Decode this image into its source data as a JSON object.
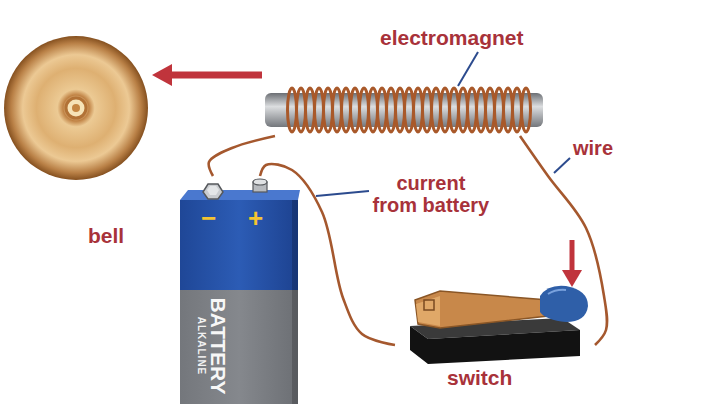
{
  "diagram": {
    "nodes": [
      {
        "text": [
          "bell"
        ]
      },
      {
        "text": [
          "electromagnet"
        ]
      },
      {
        "text": [
          "−",
          "+",
          "ALKALINE",
          "BATTERY"
        ]
      },
      {
        "text": [
          "switch"
        ]
      }
    ],
    "edges": [
      {
        "from": 1,
        "to": 0,
        "arrow": "to"
      },
      {
        "from": 2,
        "to": 1,
        "arrow": "none"
      },
      {
        "from": 1,
        "to": 3,
        "arrow": "none"
      },
      {
        "from": 2,
        "to": 3,
        "arrow": "none"
      }
    ],
    "labels": [
      "current from battery",
      "wire"
    ]
  }
}
